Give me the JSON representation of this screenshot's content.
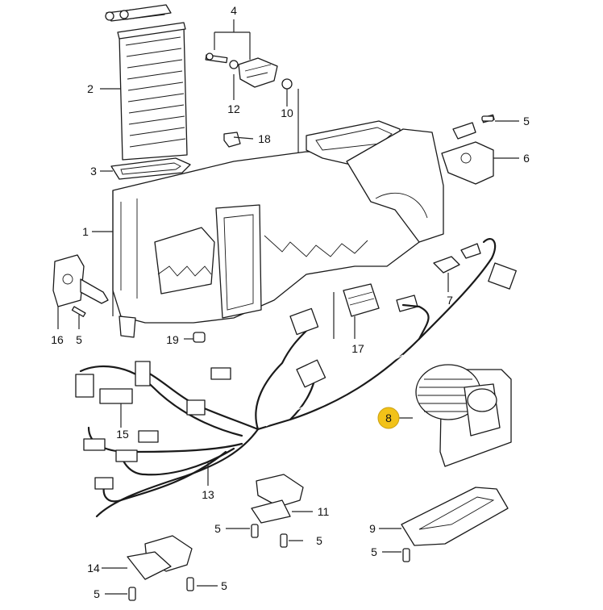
{
  "callouts": [
    {
      "id": "c4",
      "text": "4"
    },
    {
      "id": "c2",
      "text": "2"
    },
    {
      "id": "c12",
      "text": "12"
    },
    {
      "id": "c10",
      "text": "10"
    },
    {
      "id": "c18",
      "text": "18"
    },
    {
      "id": "c5a",
      "text": "5"
    },
    {
      "id": "c6",
      "text": "6"
    },
    {
      "id": "c3",
      "text": "3"
    },
    {
      "id": "c1",
      "text": "1"
    },
    {
      "id": "c7",
      "text": "7"
    },
    {
      "id": "c16",
      "text": "16"
    },
    {
      "id": "c5b",
      "text": "5"
    },
    {
      "id": "c19",
      "text": "19"
    },
    {
      "id": "c17",
      "text": "17"
    },
    {
      "id": "c8",
      "text": "8"
    },
    {
      "id": "c15",
      "text": "15"
    },
    {
      "id": "c13",
      "text": "13"
    },
    {
      "id": "c11",
      "text": "11"
    },
    {
      "id": "c5c",
      "text": "5"
    },
    {
      "id": "c5d",
      "text": "5"
    },
    {
      "id": "c9",
      "text": "9"
    },
    {
      "id": "c5e",
      "text": "5"
    },
    {
      "id": "c14",
      "text": "14"
    },
    {
      "id": "c5f",
      "text": "5"
    },
    {
      "id": "c5g",
      "text": "5"
    }
  ],
  "highlight": {
    "label": "8",
    "color": "#f2c218"
  }
}
